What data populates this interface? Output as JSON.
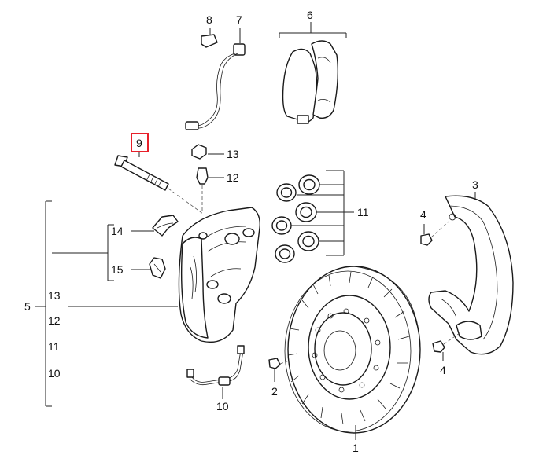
{
  "callouts": {
    "c1": "1",
    "c2": "2",
    "c3": "3",
    "c4a": "4",
    "c4b": "4",
    "c5": "5",
    "c6": "6",
    "c7": "7",
    "c8": "8",
    "c9": "9",
    "c10": "10",
    "c11": "11",
    "c12": "12",
    "c13": "13",
    "c14": "14",
    "c15": "15"
  },
  "group5_list": [
    "13",
    "12",
    "11",
    "10"
  ],
  "highlight_color": "#e8202a"
}
